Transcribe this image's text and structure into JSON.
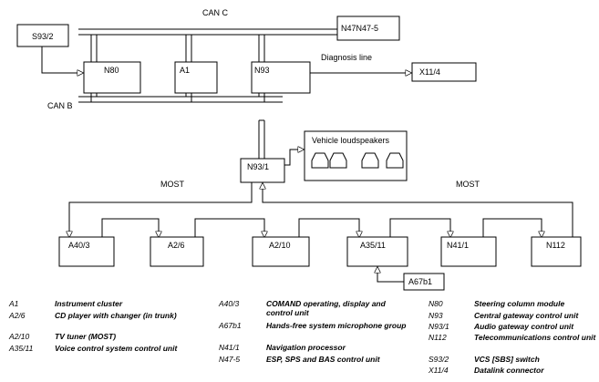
{
  "bus_labels": {
    "can_c": "CAN C",
    "can_b": "CAN B",
    "diagnosis_line": "Diagnosis line",
    "most_left": "MOST",
    "most_right": "MOST"
  },
  "modules": {
    "s93_2": "S93/2",
    "n47": "N47N47-5",
    "n80": "N80",
    "a1": "A1",
    "n93": "N93",
    "x11_4": "X11/4",
    "n93_1": "N93/1",
    "speakers": "Vehicle loudspeakers",
    "a40_3": "A40/3",
    "a2_6": "A2/6",
    "a2_10": "A2/10",
    "a35_11": "A35/11",
    "n41_1": "N41/1",
    "n112": "N112",
    "a67b1": "A67b1"
  },
  "legend": {
    "col1": [
      {
        "code": "A1",
        "desc": "Instrument cluster"
      },
      {
        "code": "A2/6",
        "desc": "CD player with changer (in trunk)"
      },
      {
        "code": "A2/10",
        "desc": "TV tuner (MOST)"
      },
      {
        "code": "A35/11",
        "desc": "Voice control system control unit"
      }
    ],
    "col2": [
      {
        "code": "A40/3",
        "desc": "COMAND operating, display and control unit"
      },
      {
        "code": "A67b1",
        "desc": "Hands-free system microphone group"
      },
      {
        "code": "N41/1",
        "desc": "Navigation processor"
      },
      {
        "code": "N47-5",
        "desc": "ESP, SPS and BAS control unit"
      }
    ],
    "col3": [
      {
        "code": "N80",
        "desc": "Steering column module"
      },
      {
        "code": "N93",
        "desc": "Central gateway control unit"
      },
      {
        "code": "N93/1",
        "desc": "Audio gateway control unit"
      },
      {
        "code": "N112",
        "desc": "Telecommunications control unit"
      },
      {
        "code": "S93/2",
        "desc": "VCS [SBS] switch"
      },
      {
        "code": "X11/4",
        "desc": "Datalink connector"
      }
    ]
  }
}
